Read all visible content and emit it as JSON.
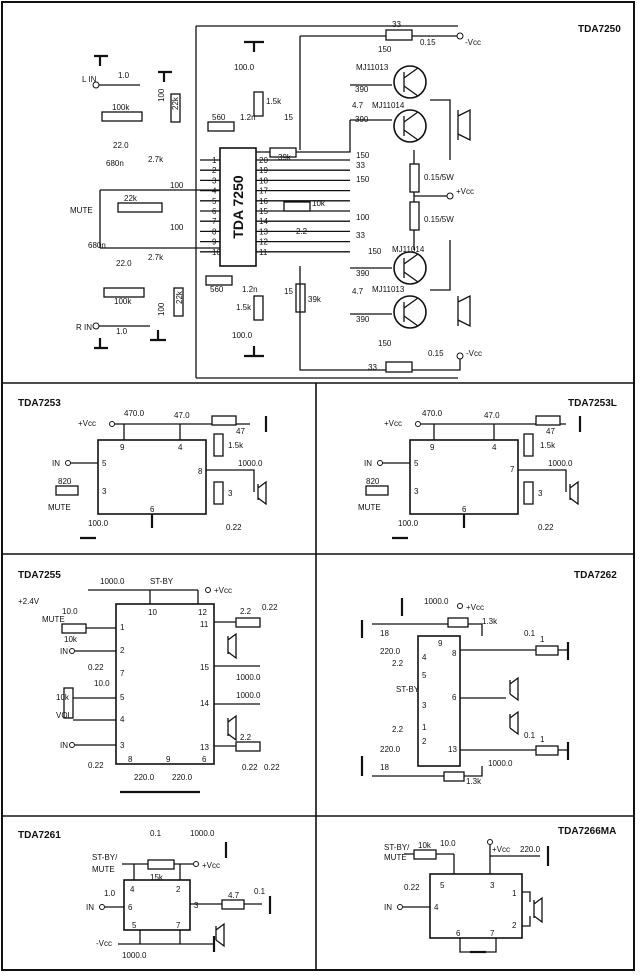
{
  "titles": {
    "s1": "TDA7250",
    "s2": "TDA7253",
    "s3": "TDA7253L",
    "s4": "TDA7255",
    "s5": "TDA7262",
    "s6": "TDA7261",
    "s7": "TDA7266MA"
  },
  "s1": {
    "chip": "TDA 7250",
    "in_l": "L IN",
    "in_r": "R IN",
    "mute": "MUTE",
    "vcc_neg_top": "-Vcc",
    "vcc_pos": "+Vcc",
    "vcc_neg_bot": "-Vcc",
    "pins_left": [
      "1",
      "2",
      "3",
      "4",
      "5",
      "6",
      "7",
      "8",
      "9",
      "10"
    ],
    "pins_right": [
      "20",
      "19",
      "18",
      "17",
      "16",
      "15",
      "14",
      "13",
      "12",
      "11"
    ],
    "q1": "MJ11013",
    "q2": "MJ11014",
    "q3": "MJ11014",
    "q4": "MJ11013",
    "v": {
      "r33a": "33",
      "r015a": "0.15",
      "r150a": "150",
      "r390a": "390",
      "r390b": "390",
      "c47a": "4.7",
      "c100a": "100.0",
      "r15ka": "1.5k",
      "c12na": "1.2n",
      "r560a": "560",
      "c15a": "15",
      "r39ka": "39k",
      "r22ka": "22k",
      "c100b": "100",
      "c10a": "1.0",
      "r100ka": "100k",
      "c220a": "22.0",
      "c680a": "680n",
      "r27ka": "2.7k",
      "r150b": "150",
      "r33b": "33",
      "c150": "150",
      "c100c": "100",
      "r22kb": "22k",
      "r10ka": "10k",
      "c22a": "2.2",
      "r0155a": "0.15/5W",
      "r0155b": "0.15/5W",
      "c100d": "100",
      "r33c": "33",
      "r150c": "150",
      "r390c": "390",
      "r390d": "390",
      "c100e": "100",
      "c680b": "680n",
      "c220b": "22.0",
      "r100kb": "100k",
      "r27kb": "2.7k",
      "r560b": "560",
      "c12nb": "1.2n",
      "r15kb": "1.5k",
      "c15b": "15",
      "r39kb": "39k",
      "c47b": "4.7",
      "r22kc": "22k",
      "c100f": "100",
      "c10b": "1.0",
      "c100g": "100.0",
      "r150d": "150",
      "r33d": "33",
      "r015b": "0.15"
    }
  },
  "s2": {
    "vcc": "+Vcc",
    "in": "IN",
    "mute": "MUTE",
    "pins": {
      "p9": "9",
      "p4": "4",
      "p5": "5",
      "p3": "3",
      "p8": "8",
      "p6": "6"
    },
    "v": {
      "c470": "470.0",
      "c47": "47.0",
      "r47": "47",
      "r15k": "1.5k",
      "c1000": "1000.0",
      "r3": "3",
      "r820": "820",
      "c100": "100.0",
      "c022": "0.22"
    }
  },
  "s3": {
    "vcc": "+Vcc",
    "in": "IN",
    "mute": "MUTE",
    "pins": {
      "p9": "9",
      "p4": "4",
      "p5": "5",
      "p3": "3",
      "p7": "7",
      "p6": "6"
    },
    "v": {
      "c470": "470.0",
      "c47": "47.0",
      "r47": "47",
      "r15k": "1.5k",
      "c1000": "1000.0",
      "r3": "3",
      "r820": "820",
      "c100": "100.0",
      "c022": "0.22"
    }
  },
  "s4": {
    "v24": "+2.4V",
    "mute": "MUTE",
    "stby": "ST-BY",
    "vcc": "+Vcc",
    "in1": "IN",
    "in2": "IN",
    "vol": "VOL",
    "pins": {
      "p10": "10",
      "p12": "12",
      "p1": "1",
      "p11": "11",
      "p2": "2",
      "p15": "15",
      "p7": "7",
      "p5": "5",
      "p14": "14",
      "p4": "4",
      "p3": "3",
      "p13": "13",
      "p8": "8",
      "p9": "9",
      "p6": "6"
    },
    "v": {
      "c1000a": "1000.0",
      "c100": "10.0",
      "r10k": "10k",
      "c022a": "0.22",
      "c022b": "0.22",
      "r22a": "2.2",
      "c1000b": "1000.0",
      "r10kv": "10k",
      "c100b": "10.0",
      "c1000c": "1000.0",
      "r22b": "2.2",
      "c022c": "0.22",
      "c022d": "0.22",
      "c220a": "220.0",
      "c220b": "220.0",
      "c022e": "0.22"
    }
  },
  "s5": {
    "vcc": "+Vcc",
    "stby": "ST-BY",
    "pins": {
      "p9": "9",
      "p8": "8",
      "p4": "4",
      "p5": "5",
      "p3": "3",
      "p1": "1",
      "p6": "6",
      "p2": "2",
      "p13": "13"
    },
    "v": {
      "c1000a": "1000.0",
      "r13a": "1.3k",
      "r18a": "18",
      "c220a": "220.0",
      "c22a": "2.2",
      "c01a": "0.1",
      "r1a": "1",
      "c22b": "2.2",
      "c220b": "220.0",
      "c1000b": "1000.0",
      "c01b": "0.1",
      "r1b": "1",
      "r18b": "18",
      "r13b": "1.3k"
    }
  },
  "s6": {
    "stby": "ST-BY/",
    "mute": "MUTE",
    "vcc_pos": "+Vcc",
    "vcc_neg": "-Vcc",
    "in": "IN",
    "pins": {
      "p4": "4",
      "p2": "2",
      "p6": "6",
      "p3": "3",
      "p5": "5",
      "p7": "7"
    },
    "v": {
      "c01a": "0.1",
      "c1000a": "1000.0",
      "r15k": "15k",
      "c10": "1.0",
      "r47": "4.7",
      "c01b": "0.1",
      "c1000b": "1000.0"
    }
  },
  "s7": {
    "stby": "ST-BY/",
    "mute": "MUTE",
    "vcc": "+Vcc",
    "in": "IN",
    "pins": {
      "p5": "5",
      "p3": "3",
      "p1": "1",
      "p4": "4",
      "p6": "6",
      "p7": "7",
      "p2": "2"
    },
    "v": {
      "r10k": "10k",
      "c100": "10.0",
      "c220": "220.0",
      "c022": "0.22"
    }
  }
}
